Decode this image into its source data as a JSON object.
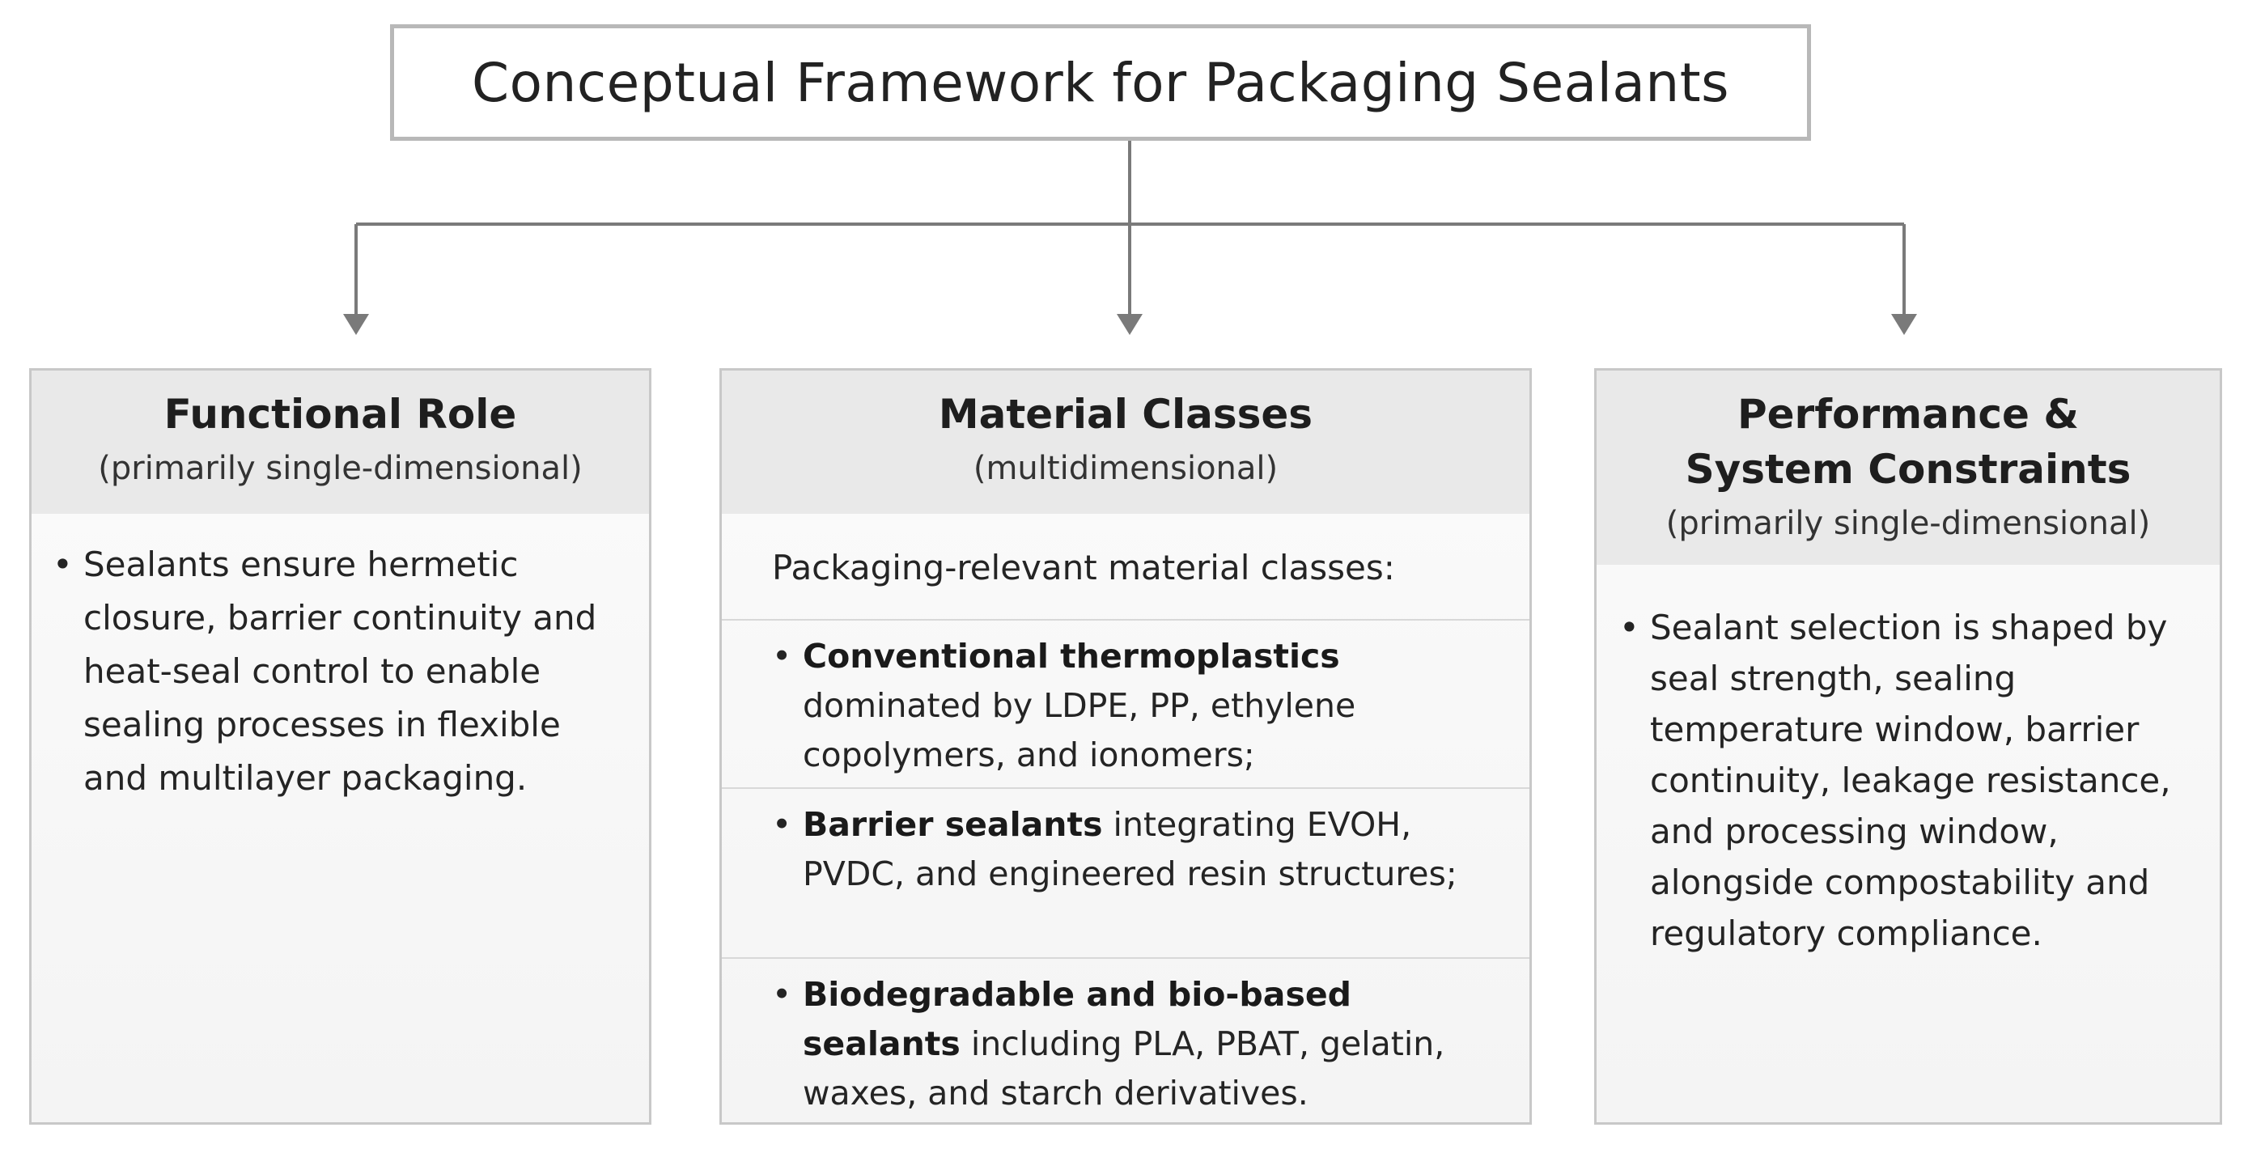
{
  "title": "Conceptual Framework for Packaging Sealants",
  "colors": {
    "connector": "#7a7a7a",
    "panel_border": "#c8c8c8",
    "header_fill": "#e9e9e9"
  },
  "functional_role": {
    "title": "Functional Role",
    "subtitle": "(primarily single-dimensional)",
    "bullet": "Sealants ensure hermetic closure, barrier continuity and heat-seal control to enable sealing processes in flexible and multilayer packaging."
  },
  "material_classes": {
    "title": "Material Classes",
    "subtitle": "(multidimensional)",
    "intro": "Packaging-relevant material classes:",
    "items": [
      {
        "bold": "Conventional thermoplastics",
        "text": " dominated by LDPE, PP, ethylene copolymers, and ionomers;"
      },
      {
        "bold": "Barrier sealants",
        "text": " integrating EVOH, PVDC, and engineered resin structures;"
      },
      {
        "bold": "Biodegradable and bio-based sealants",
        "text": " including PLA, PBAT, gelatin, waxes, and starch derivatives."
      }
    ]
  },
  "performance": {
    "title_line1": "Performance &",
    "title_line2": "System Constraints",
    "subtitle": "(primarily single-dimensional)",
    "bullet": "Sealant selection is shaped by seal strength, sealing temperature window, barrier continuity, leakage resistance, and processing window, alongside compostability and regulatory compliance."
  }
}
